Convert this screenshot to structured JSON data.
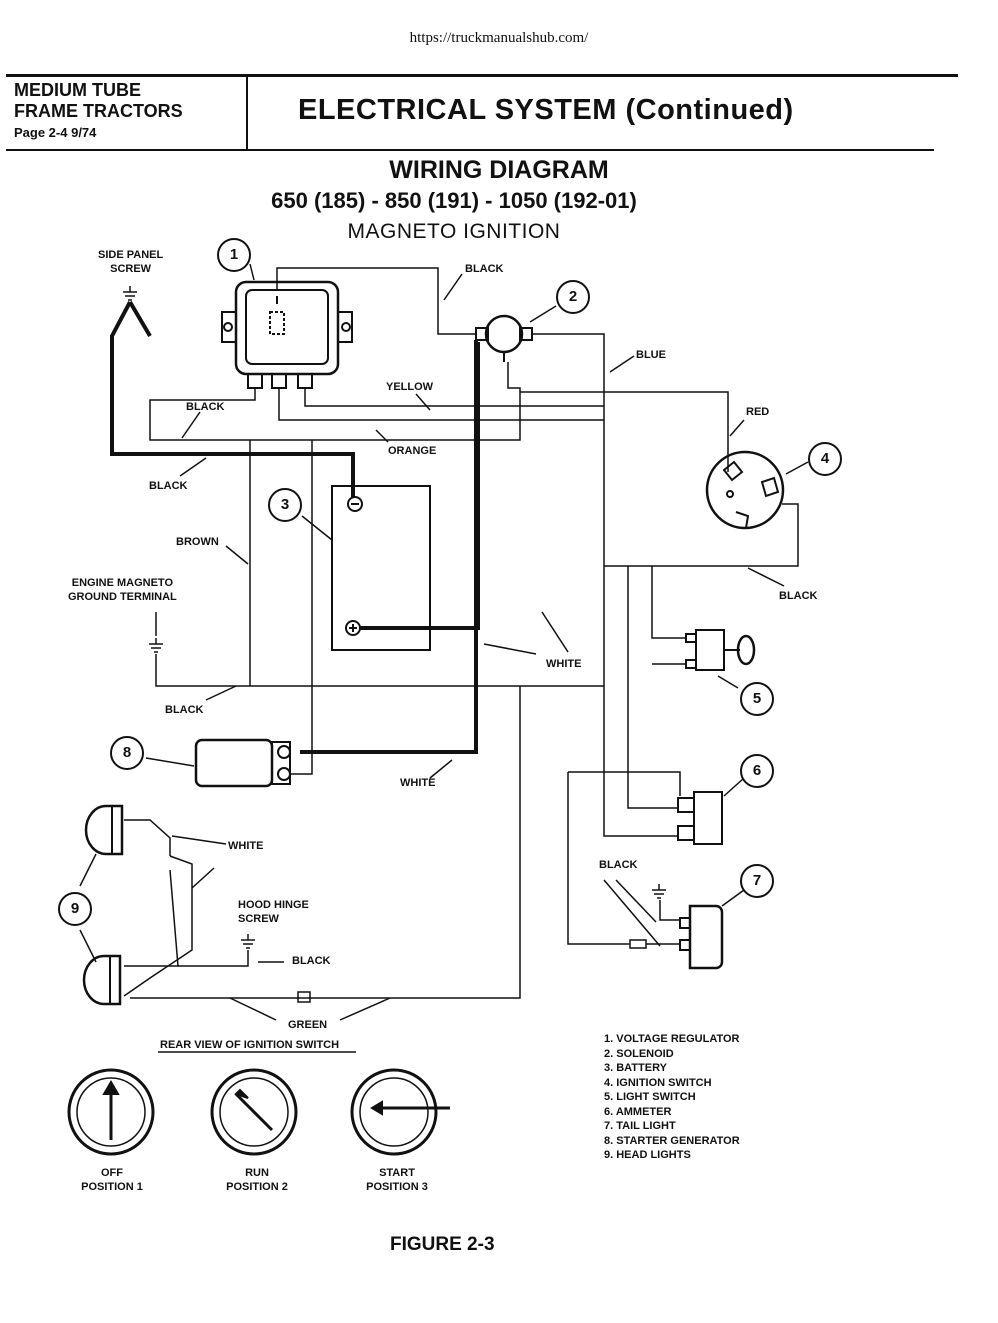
{
  "url": "https://truckmanualshub.com/",
  "header": {
    "left_line1": "MEDIUM TUBE",
    "left_line2": "FRAME TRACTORS",
    "left_page": "Page 2-4   9/74",
    "title": "ELECTRICAL SYSTEM (Continued)"
  },
  "diagram": {
    "title": "WIRING DIAGRAM",
    "models": "650 (185) - 850 (191) - 1050 (192-01)",
    "subtitle": "MAGNETO IGNITION",
    "labels": {
      "side_panel_l1": "SIDE PANEL",
      "side_panel_l2": "SCREW",
      "black_top": "BLACK",
      "blue": "BLUE",
      "yellow": "YELLOW",
      "red": "RED",
      "black_left": "BLACK",
      "orange": "ORANGE",
      "black_left2": "BLACK",
      "brown": "BROWN",
      "black_right": "BLACK",
      "magneto_l1": "ENGINE MAGNETO",
      "magneto_l2": "GROUND TERMINAL",
      "white_mid": "WHITE",
      "black_mid": "BLACK",
      "white_low": "WHITE",
      "white_head": "WHITE",
      "black_tail": "BLACK",
      "hood_l1": "HOOD HINGE",
      "hood_l2": "SCREW",
      "black_hood": "BLACK",
      "green": "GREEN",
      "rear_view": "REAR VIEW OF IGNITION SWITCH"
    },
    "callouts": [
      "1",
      "2",
      "3",
      "4",
      "5",
      "6",
      "7",
      "8",
      "9"
    ],
    "switch_positions": [
      {
        "name": "OFF",
        "position": "POSITION 1"
      },
      {
        "name": "RUN",
        "position": "POSITION 2"
      },
      {
        "name": "START",
        "position": "POSITION 3"
      }
    ],
    "legend": [
      "1. VOLTAGE REGULATOR",
      "2. SOLENOID",
      "3. BATTERY",
      "4. IGNITION SWITCH",
      "5. LIGHT SWITCH",
      "6. AMMETER",
      "7. TAIL LIGHT",
      "8. STARTER GENERATOR",
      "9. HEAD LIGHTS"
    ],
    "figure": "FIGURE 2-3"
  }
}
